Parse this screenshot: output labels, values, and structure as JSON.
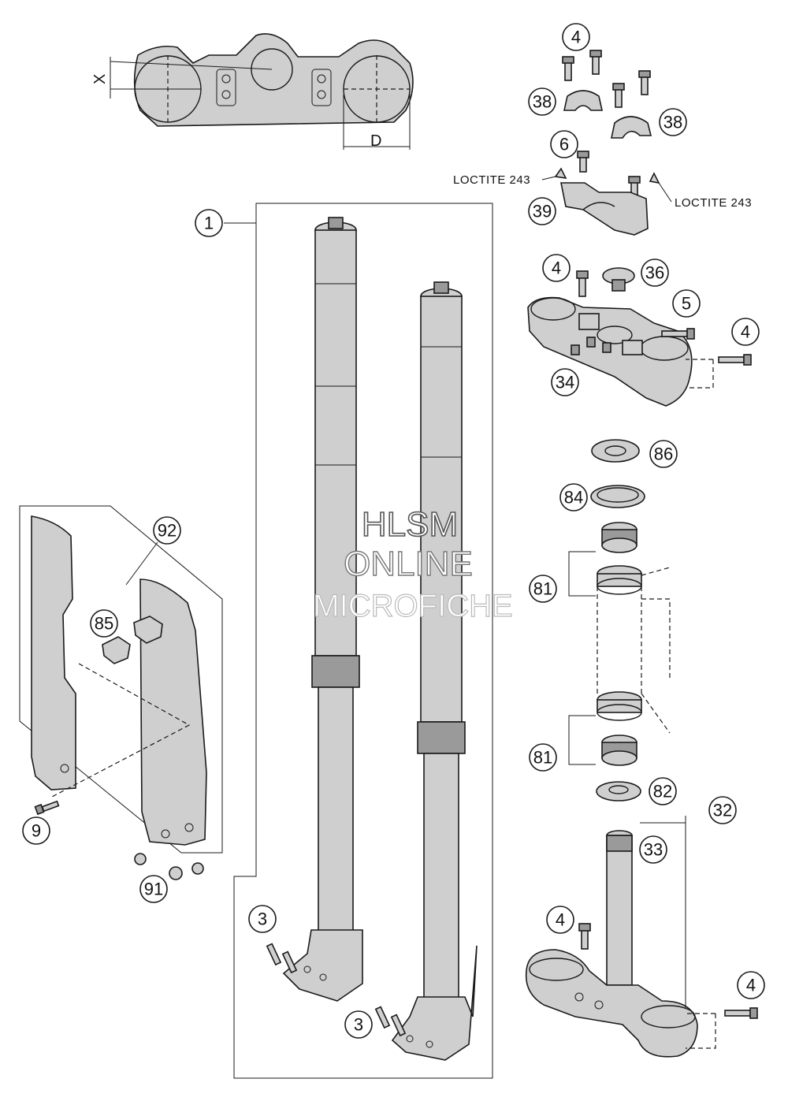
{
  "dimensions": {
    "x_label": "X",
    "d_label": "D"
  },
  "loctite": {
    "left": "LOCTITE 243",
    "right": "LOCTITE 243"
  },
  "watermark": {
    "line1": "HLSM",
    "line2": "ONLINE",
    "line3": "MICROFICHE"
  },
  "callouts": {
    "c1": "1",
    "c3a": "3",
    "c3b": "3",
    "c4a": "4",
    "c4b": "4",
    "c4c": "4",
    "c4d": "4",
    "c4e": "4",
    "c5": "5",
    "c6": "6",
    "c9": "9",
    "c32": "32",
    "c33": "33",
    "c34": "34",
    "c36": "36",
    "c38a": "38",
    "c38b": "38",
    "c39": "39",
    "c81a": "81",
    "c81b": "81",
    "c82": "82",
    "c84": "84",
    "c85": "85",
    "c86": "86",
    "c91": "91",
    "c92": "92"
  }
}
